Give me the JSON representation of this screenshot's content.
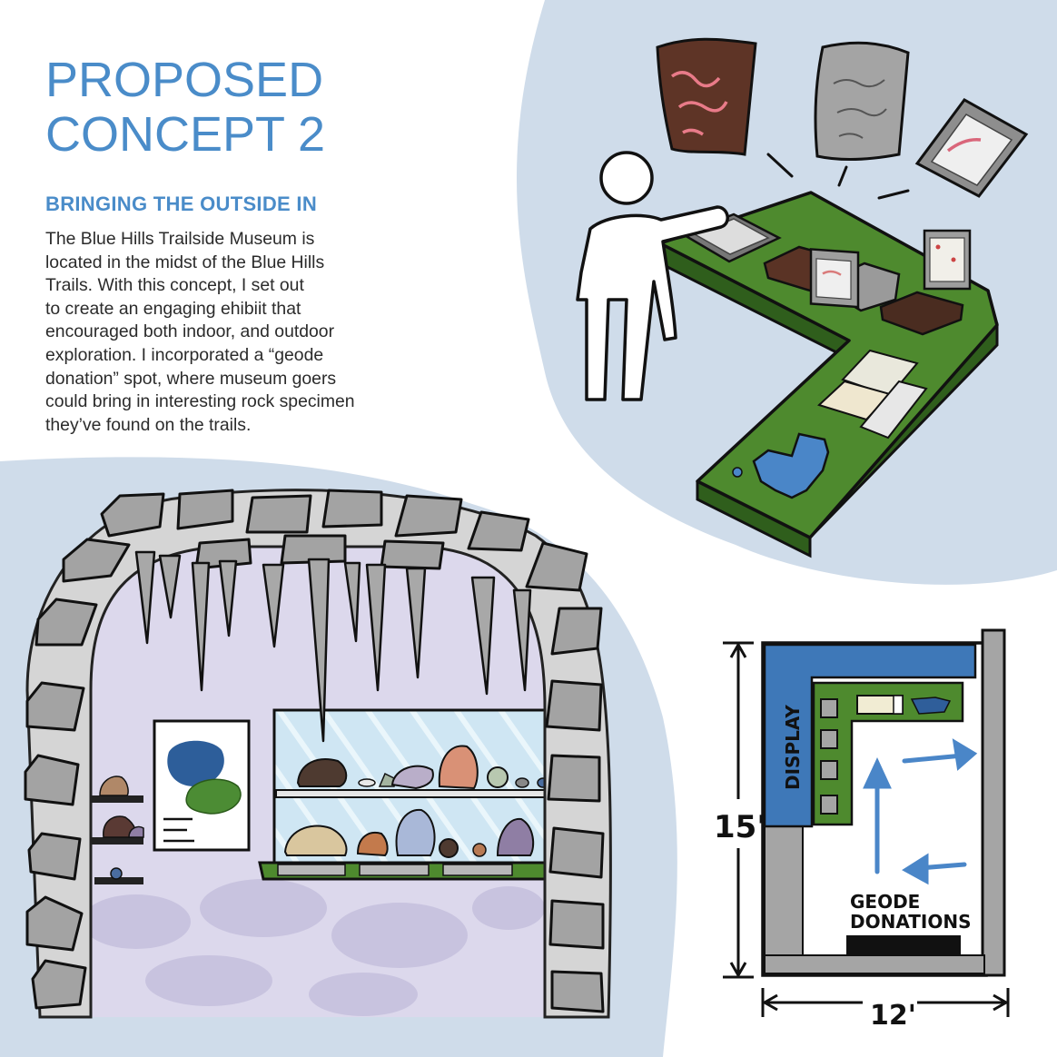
{
  "header": {
    "title_lines": [
      "PROPOSED",
      "CONCEPT 2"
    ],
    "subtitle": "BRINGING THE OUTSIDE IN"
  },
  "description": {
    "lines": [
      "The Blue Hills Trailside Museum is",
      "located in the midst of the Blue Hills",
      "Trails. With this concept, I set out",
      "to create an engaging ehibiit that",
      "encouraged both indoor, and outdoor",
      "exploration. I incorporated a “geode",
      "donation” spot, where museum goers",
      "could bring in interesting rock specimen",
      "they’ve found on the trails."
    ]
  },
  "floor_plan": {
    "display_label": "DISPLAY",
    "donations_label_lines": [
      "GEODE",
      "DONATIONS"
    ],
    "height_label": "15'",
    "width_label": "12'"
  },
  "colors": {
    "title_blue": "#4a8cc9",
    "bubble_blue": "#cfdcea",
    "table_green": "#4e8a2e",
    "cave_lavender": "#dcd8ec",
    "stone_gray": "#a3a3a3",
    "display_blue": "#3e78b8"
  }
}
